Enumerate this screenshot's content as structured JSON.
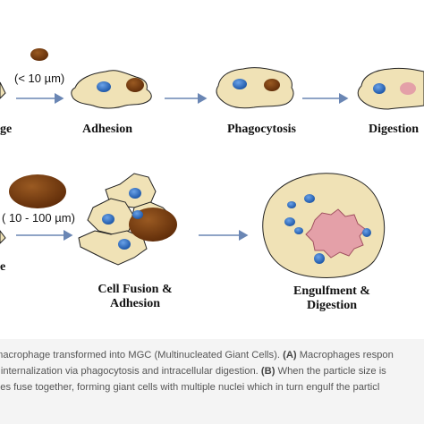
{
  "row_a": {
    "size_label": "(< 10 µm)",
    "stage_labels": [
      "ge",
      "Adhesion",
      "Phagocytosis",
      "Digestion"
    ]
  },
  "row_b": {
    "size_label": "( 10 - 100 µm)",
    "stage_left": "e",
    "stage_fusion_line1": "Cell Fusion &",
    "stage_fusion_line2": "Adhesion",
    "stage_engulf_line1": "Engulfment &",
    "stage_engulf_line2": "Digestion"
  },
  "caption": {
    "line1_pre": "macrophage transformed into MGC (Multinucleated Giant Cells). ",
    "line1_bold": "(A)",
    "line1_post": " Macrophages respon",
    "line2_pre": "r internalization via phagocytosis and intracellular digestion. ",
    "line2_bold": "(B)",
    "line2_post": " When the particle size is",
    "line3": "ges fuse together, forming giant cells with multiple nuclei which in turn engulf the particl"
  },
  "colors": {
    "cell_fill": "#f0e2b6",
    "cell_stroke": "#222222",
    "nucleus": "#2f6fc0",
    "particle": "#7a3c12",
    "digest": "#e4a0a8",
    "arrow": "#6a86b4",
    "caption_bg": "#f4f4f4"
  }
}
